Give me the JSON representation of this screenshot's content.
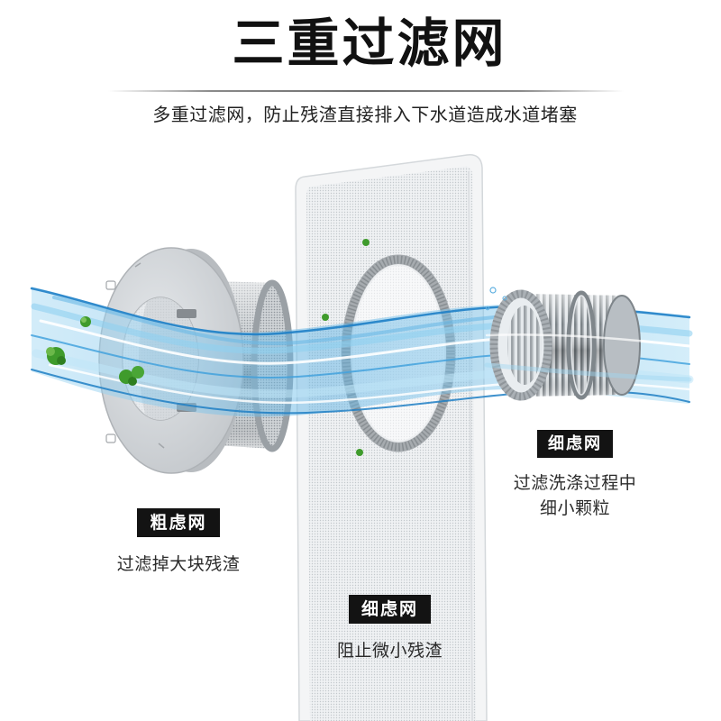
{
  "title": "三重过滤网",
  "subtitle": "多重过滤网，防止残渣直接排入下水道造成水道堵塞",
  "callouts": {
    "coarse": {
      "label": "粗虑网",
      "desc": "过滤掉大块残渣"
    },
    "mesh": {
      "label": "细虑网",
      "desc": "阻止微小残渣"
    },
    "cylinder": {
      "label": "细虑网",
      "desc_line1": "过滤洗涤过程中",
      "desc_line2": "细小颗粒"
    }
  },
  "colors": {
    "title": "#111111",
    "label_bg": "#131313",
    "label_text": "#ffffff",
    "description_text": "#2b2b2b",
    "water": "#3a9ad9",
    "debris": "#3f9b2c",
    "filter_metal": "#a3a8ac"
  }
}
